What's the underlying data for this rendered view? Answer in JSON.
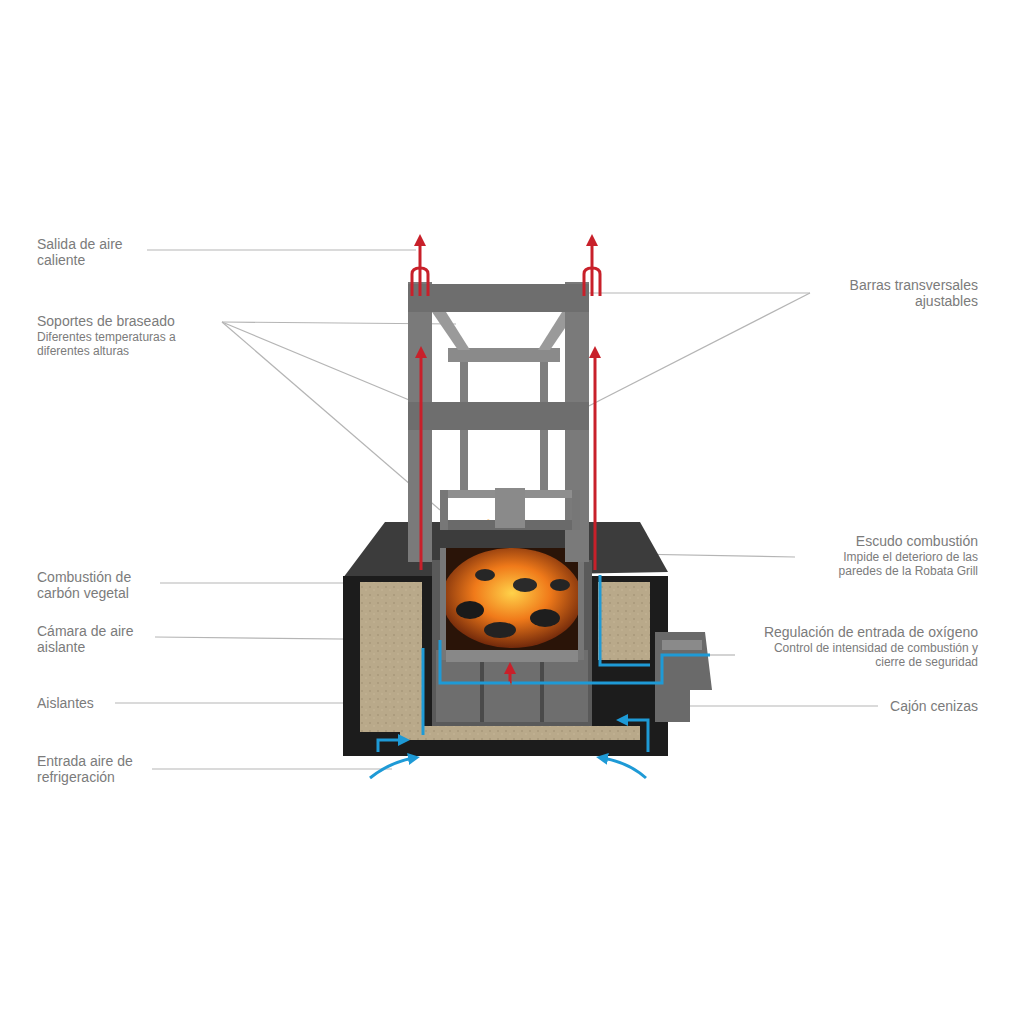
{
  "diagram": {
    "labels": [
      "Salida de aire caliente",
      "Soportes de braseado",
      "Diferentes temperaturas a diferentes alturas",
      "Combustión de carbón vegetal",
      "Cámara de aire aislante",
      "Aislantes",
      "Entrada aire de refrigeración",
      "Barras transversales ajustables",
      "Escudo combustión",
      "Impide el deterioro de las paredes de la Robata Grill",
      "Regulación de entrada de oxígeno",
      "Control de intensidad de combustión y cierre de seguridad",
      "Cajón cenizas"
    ]
  }
}
